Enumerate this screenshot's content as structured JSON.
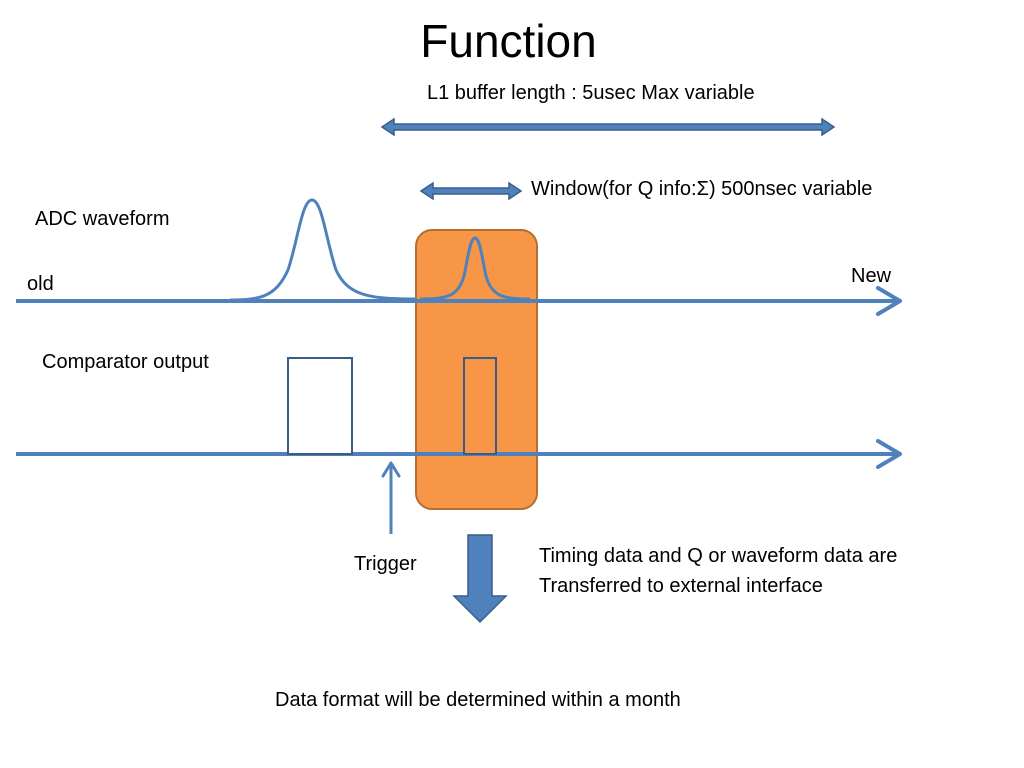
{
  "title": "Function",
  "labels": {
    "l1_buffer": "L1 buffer length : 5usec Max variable",
    "window": "Window(for Q info:Σ) 500nsec variable",
    "adc_waveform": "ADC waveform",
    "old": "old",
    "new": "New",
    "comparator_output": "Comparator output",
    "trigger": "Trigger",
    "transfer_line1": "Timing data and Q or waveform data are",
    "transfer_line2": "Transferred to external interface",
    "footer": "Data format will be determined within a month"
  },
  "colors": {
    "line_blue": "#4f81bd",
    "dark_blue": "#385d8a",
    "window_fill": "#f79646",
    "window_stroke": "#b66d31"
  }
}
